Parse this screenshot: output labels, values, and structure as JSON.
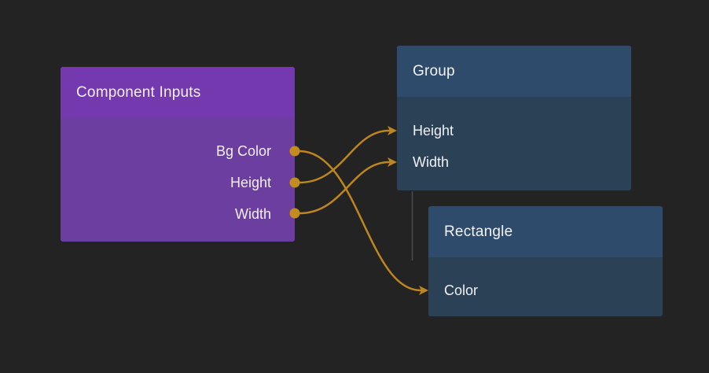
{
  "canvas": {
    "background": "#232323"
  },
  "colors": {
    "connection_wire": "#bd861f",
    "port_dot": "#c48b1f",
    "purple_node_header": "#7439ae",
    "purple_node_body": "#6b3e9f",
    "blue_node_header": "#2e4b6b",
    "blue_node_body": "#2a4156",
    "hierarchy_line": "#4c4c4c",
    "text": "#f4f2f7"
  },
  "nodes": [
    {
      "title": "Component Inputs",
      "kind": "component-inputs",
      "ports": [
        {
          "label": "Bg Color",
          "direction": "output"
        },
        {
          "label": "Height",
          "direction": "output"
        },
        {
          "label": "Width",
          "direction": "output"
        }
      ]
    },
    {
      "title": "Group",
      "kind": "group",
      "ports": [
        {
          "label": "Height",
          "direction": "input"
        },
        {
          "label": "Width",
          "direction": "input"
        }
      ]
    },
    {
      "title": "Rectangle",
      "kind": "rectangle",
      "ports": [
        {
          "label": "Color",
          "direction": "input"
        }
      ]
    }
  ],
  "connections": [
    {
      "from": "Component Inputs.Bg Color",
      "to": "Rectangle.Color"
    },
    {
      "from": "Component Inputs.Height",
      "to": "Group.Height"
    },
    {
      "from": "Component Inputs.Width",
      "to": "Group.Width"
    }
  ],
  "hierarchy": [
    {
      "parent": "Group",
      "child": "Rectangle"
    }
  ]
}
